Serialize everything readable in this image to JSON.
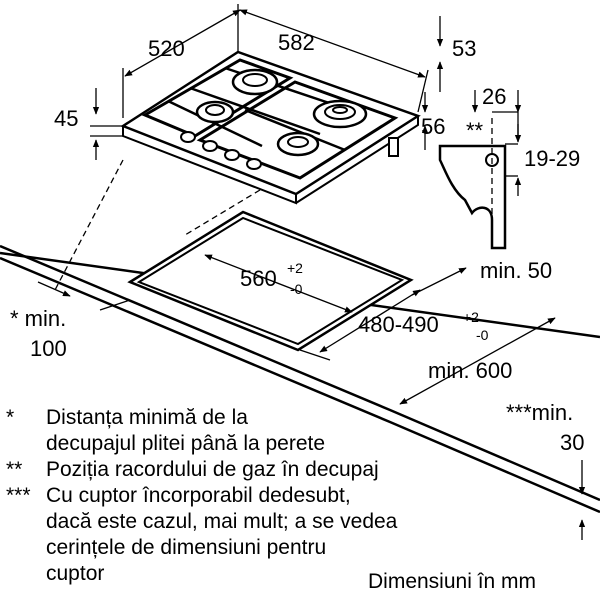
{
  "dimensions": {
    "width_total": "582",
    "depth_total": "520",
    "height_total": "45",
    "height_body": "53",
    "height_connector": "56",
    "gas_offset_x": "26",
    "gas_offset_y": "19-29",
    "gas_marker": "**",
    "cutout_width": "560",
    "cutout_width_tol_plus": "+2",
    "cutout_width_tol_minus": "-0",
    "cutout_depth": "480-490",
    "cutout_depth_tol_plus": "+2",
    "cutout_depth_tol_minus": "-0",
    "min_back": "min. 50",
    "min_side_line1": "* min.",
    "min_side_line2": "100",
    "min_front": "min. 600",
    "min_below_line1": "***min.",
    "min_below_line2": "30"
  },
  "legend": {
    "items": [
      {
        "marker": "*",
        "lines": [
          "Distanța minimă de la",
          "decupajul plitei până la perete"
        ]
      },
      {
        "marker": "**",
        "lines": [
          "Poziția racordului de gaz în decupaj"
        ]
      },
      {
        "marker": "***",
        "lines": [
          "Cu cuptor încorporabil dedesubt,",
          "dacă este cazul, mai mult; a se vedea",
          "cerințele de dimensiuni pentru",
          "cuptor"
        ]
      }
    ],
    "units": "Dimensiuni în mm"
  }
}
